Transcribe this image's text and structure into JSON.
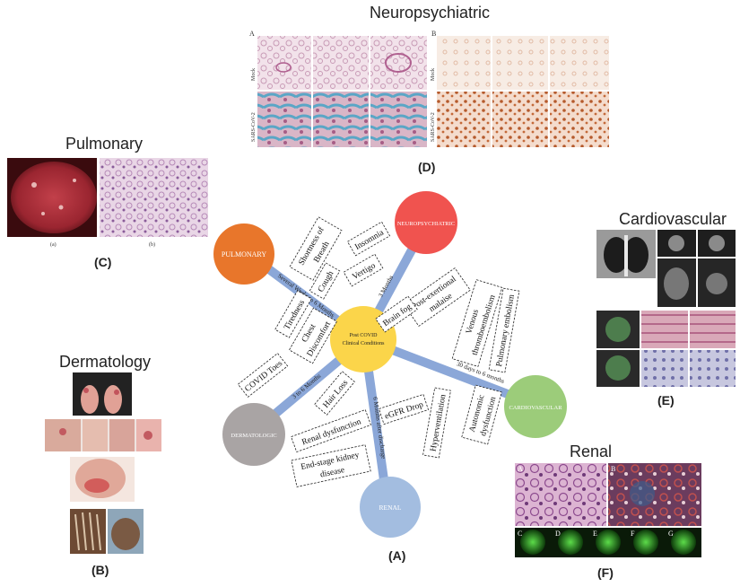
{
  "panels": {
    "neuro": {
      "title": "Neuropsychiatric",
      "caption": "(D)",
      "letter_a": "A",
      "letter_b": "B",
      "row1": "Mock",
      "row2": "SARS-CoV-2"
    },
    "pulmonary": {
      "title": "Pulmonary",
      "caption": "(C)",
      "sub_a": "(a)",
      "sub_b": "(b)"
    },
    "dermatology": {
      "title": "Dermatology",
      "caption": "(B)"
    },
    "cardiovascular": {
      "title": "Cardiovascular",
      "caption": "(E)"
    },
    "renal": {
      "title": "Renal",
      "caption": "(F)",
      "letters": [
        "A",
        "B",
        "C",
        "D",
        "E",
        "F",
        "G"
      ]
    }
  },
  "diagram": {
    "caption": "(A)",
    "center": {
      "line1": "Post COVID",
      "line2": "Clinical Conditions"
    },
    "nodes": {
      "pulmonary": "PULMONARY",
      "neuropsychiatric": "NEUROPSYCHIATRIC",
      "cardiovascular": "CARDIOVASCULAR",
      "renal": "RENAL",
      "dermatologic": "DERMATOLOGIC"
    },
    "timelines": {
      "pulmonary": "Several Weeks to 6 Months",
      "neuropsychiatric": "3 Months",
      "cardiovascular": "30 days to 6 months",
      "renal": "6 Months after discharge",
      "dermatologic": "3 to 6 Months"
    },
    "symptoms": {
      "shortness_breath_1": "Shortness of",
      "shortness_breath_2": "Breath",
      "cough": "Cough",
      "tiredness": "Tiredness",
      "chest_1": "Chest",
      "chest_2": "Discomfort",
      "insomnia": "Insomnia",
      "vertigo": "Vertigo",
      "post_ex_1": "Post-exertional",
      "post_ex_2": "malaise",
      "brain_fog": "Brain fog",
      "vte_1": "Venous",
      "vte_2": "thromboembolism",
      "pe": "Pulmonary embolism",
      "hyperventilation": "Hyperventilation",
      "auto_1": "Autonomic",
      "auto_2": "dysfunction",
      "covid_toes": "COVID Toes",
      "hair_loss": "Hair Loss",
      "egfr": "eGFR Drop",
      "renal_dys": "Renal dysfunction",
      "eskd_1": "End-stage kidney",
      "eskd_2": "disease"
    }
  },
  "colors": {
    "pulmonary": "#e8762b",
    "neuropsychiatric": "#f0534f",
    "cardiovascular": "#9ccc7a",
    "renal": "#a3bde0",
    "dermatologic": "#a9a4a4",
    "center": "#fbd54a",
    "connector": "#8ba7d8"
  }
}
